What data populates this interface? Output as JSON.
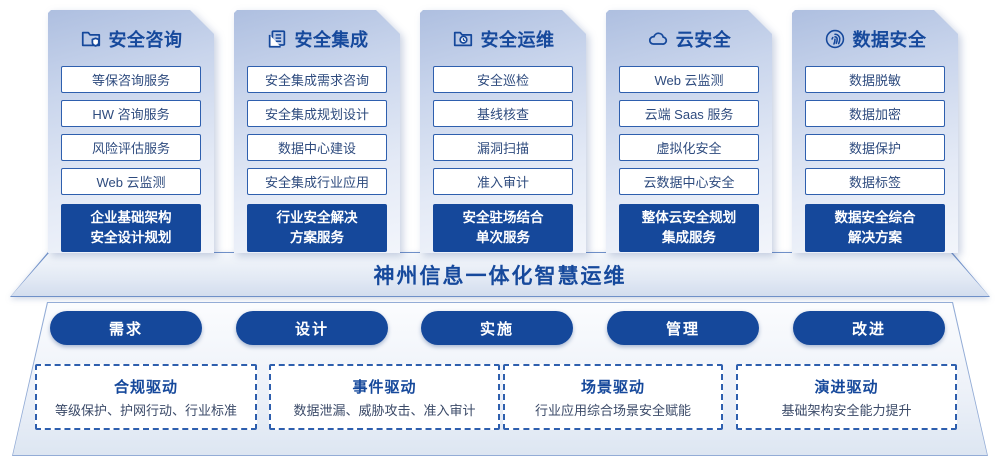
{
  "columns": [
    {
      "title": "安全咨询",
      "icon": "folder-shield-icon",
      "items": [
        "等保咨询服务",
        "HW 咨询服务",
        "风险评估服务",
        "Web 云监测"
      ],
      "footer": [
        "企业基础架构",
        "安全设计规划"
      ]
    },
    {
      "title": "安全集成",
      "icon": "copy-docs-icon",
      "items": [
        "安全集成需求咨询",
        "安全集成规划设计",
        "数据中心建设",
        "安全集成行业应用"
      ],
      "footer": [
        "行业安全解决",
        "方案服务"
      ]
    },
    {
      "title": "安全运维",
      "icon": "folder-clock-icon",
      "items": [
        "安全巡检",
        "基线核查",
        "漏洞扫描",
        "准入审计"
      ],
      "footer": [
        "安全驻场结合",
        "单次服务"
      ]
    },
    {
      "title": "云安全",
      "icon": "cloud-icon",
      "items": [
        "Web 云监测",
        "云端 Saas 服务",
        "虚拟化安全",
        "云数据中心安全"
      ],
      "footer": [
        "整体云安全规划",
        "集成服务"
      ]
    },
    {
      "title": "数据安全",
      "icon": "fingerprint-icon",
      "items": [
        "数据脱敏",
        "数据加密",
        "数据保护",
        "数据标签"
      ],
      "footer": [
        "数据安全综合",
        "解决方案"
      ]
    }
  ],
  "banner": {
    "title": "神州信息一体化智慧运维"
  },
  "process_steps": [
    "需求",
    "设计",
    "实施",
    "管理",
    "改进"
  ],
  "drivers": [
    {
      "title": "合规驱动",
      "desc": "等级保护、护网行动、行业标准"
    },
    {
      "title": "事件驱动",
      "desc": "数据泄漏、威胁攻击、准入审计"
    },
    {
      "title": "场景驱动",
      "desc": "行业应用综合场景安全赋能"
    },
    {
      "title": "演进驱动",
      "desc": "基础架构安全能力提升"
    }
  ],
  "colors": {
    "primary": "#15489B",
    "box_border": "#2E5FAE",
    "title_text": "#16499C",
    "item_text": "#2E4B7E",
    "desc_text": "#3B4A68"
  }
}
